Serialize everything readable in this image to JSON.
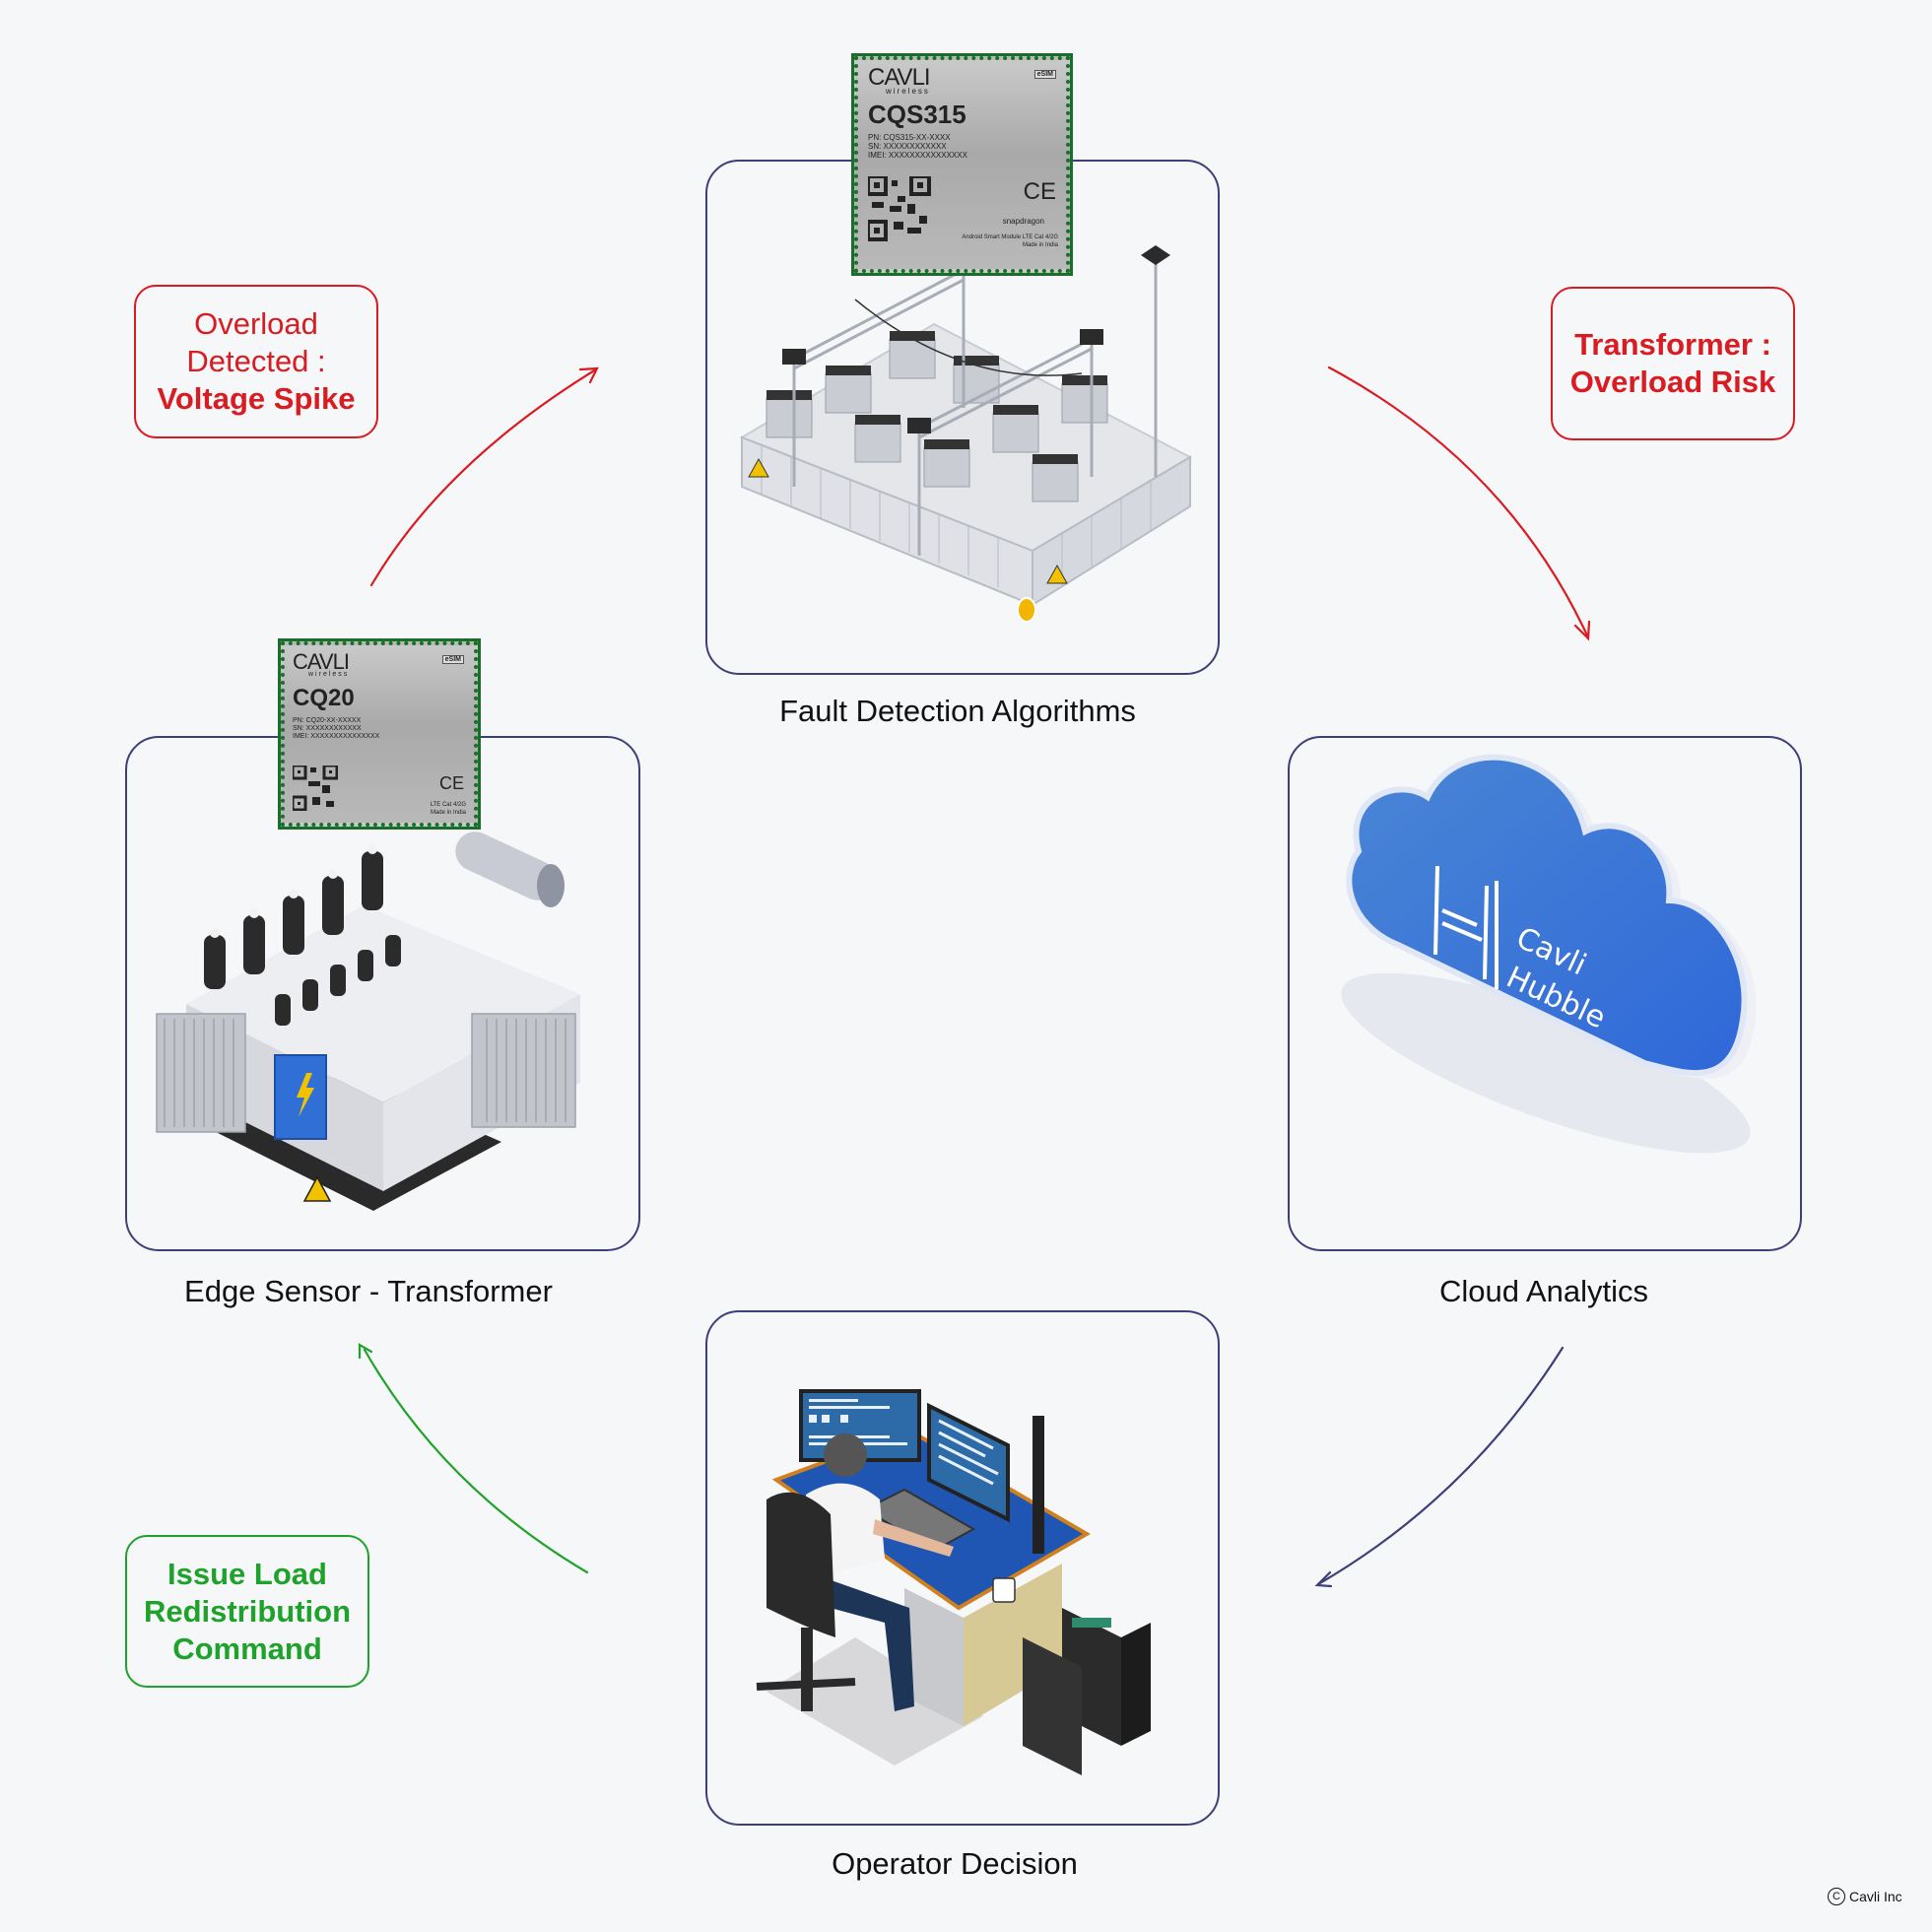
{
  "diagram": {
    "type": "cycle-flow",
    "nodes": [
      {
        "id": "fault",
        "label": "Fault Detection Algorithms",
        "illustration": "substation-icon",
        "module": "CQS315"
      },
      {
        "id": "cloud",
        "label": "Cloud Analytics",
        "illustration": "cloud-icon"
      },
      {
        "id": "operator",
        "label": "Operator Decision",
        "illustration": "operator-workstation-icon"
      },
      {
        "id": "edge",
        "label": "Edge Sensor - Transformer",
        "illustration": "transformer-icon",
        "module": "CQ20"
      }
    ],
    "edges": [
      {
        "from": "edge",
        "to": "fault",
        "color": "#d91b22"
      },
      {
        "from": "fault",
        "to": "cloud",
        "color": "#d91b22"
      },
      {
        "from": "cloud",
        "to": "operator",
        "color": "#3d3f78"
      },
      {
        "from": "operator",
        "to": "edge",
        "color": "#1ea22b"
      }
    ]
  },
  "callouts": {
    "overload": {
      "line1": "Overload",
      "line2": "Detected :",
      "line3": "Voltage Spike",
      "color": "#d91b22"
    },
    "risk": {
      "line1": "Transformer :",
      "line2": "Overload Risk",
      "color": "#d91b22"
    },
    "command": {
      "line1": "Issue Load",
      "line2": "Redistribution",
      "line3": "Command",
      "color": "#1ea22b"
    }
  },
  "labels": {
    "fault": "Fault Detection Algorithms",
    "edge": "Edge Sensor - Transformer",
    "cloud": "Cloud Analytics",
    "operator": "Operator Decision"
  },
  "chips": {
    "cqs315": {
      "brand": "CAVLI",
      "brand_sub": "wireless",
      "esim": "eSIM",
      "model": "CQS315",
      "pn": "PN: CQS315-XX-XXXX",
      "sn": "SN: XXXXXXXXXXXX",
      "imei": "IMEI: XXXXXXXXXXXXXXX",
      "ce": "CE",
      "platform": "snapdragon",
      "desc": "Android Smart Module LTE Cat 4/2G",
      "origin": "Made in India"
    },
    "cq20": {
      "brand": "CAVLI",
      "brand_sub": "wireless",
      "esim": "eSIM",
      "model": "CQ20",
      "pn": "PN: CQ20-XX-XXXXX",
      "sn": "SN: XXXXXXXXXXXX",
      "imei": "IMEI: XXXXXXXXXXXXXXX",
      "ce": "CE",
      "desc": "LTE Cat 4/2G",
      "origin": "Made in India"
    }
  },
  "cloud_logo": {
    "line1": "Cavli",
    "line2": "Hubble"
  },
  "footer": {
    "copyright_symbol": "C",
    "owner": "Cavli Inc"
  },
  "colors": {
    "panel_border": "#3d3f78",
    "alert_red": "#d91b22",
    "action_green": "#1ea22b",
    "cloud_blue": "#3b78d8"
  }
}
